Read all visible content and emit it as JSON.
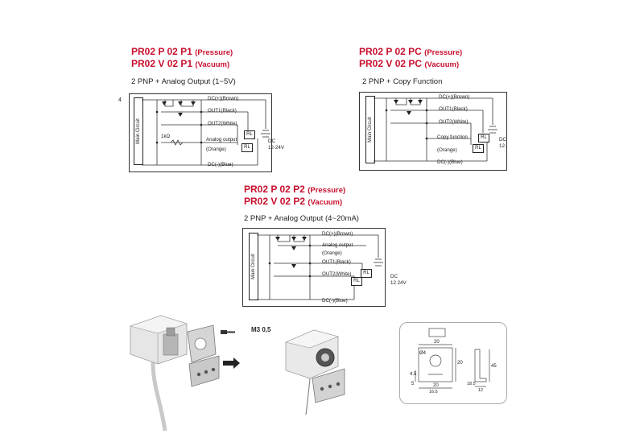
{
  "page_number": "4",
  "diagram_a": {
    "title_line1": "PR02 P 02 P1",
    "title_line1_tag": "(Pressure)",
    "title_line2": "PR02 V 02 P1",
    "title_line2_tag": "(Vacuum)",
    "subtitle": "2 PNP + Analog Output (1~5V)",
    "main_circuit": "Main Circuit",
    "resistor": "1kΩ",
    "labels": {
      "dc_plus": "DC(+)(Brown)",
      "out1": "OUT1(Black)",
      "out2": "OUT2(White)",
      "analog": "Analog output",
      "analog_color": "(Orange)",
      "dc_minus": "DC(-)(Blue)",
      "supply": "DC",
      "supply_v": "12-24V",
      "rl": "RL"
    }
  },
  "diagram_b": {
    "title_line1": "PR02 P 02 PC",
    "title_line1_tag": "(Pressure)",
    "title_line2": "PR02 V 02 PC",
    "title_line2_tag": "(Vacuum)",
    "subtitle": "2 PNP + Copy Function",
    "main_circuit": "Main Circuit",
    "labels": {
      "dc_plus": "DC(+)(Brown)",
      "out1": "OUT1(Black)",
      "out2": "OUT2(White)",
      "copy": "Copy function",
      "copy_color": "(Orange)",
      "dc_minus": "DC(-)(Blue)",
      "supply": "DC",
      "supply_v": "12-",
      "rl": "RL"
    }
  },
  "diagram_c": {
    "title_line1": "PR02 P 02 P2",
    "title_line1_tag": "(Pressure)",
    "title_line2": "PR02 V 02 P2",
    "title_line2_tag": "(Vacuum)",
    "subtitle": "2 PNP + Analog Output (4~20mA)",
    "main_circuit": "Main Circuit",
    "labels": {
      "dc_plus": "DC(+)(Brown)",
      "analog": "Analog output",
      "analog_color": "(Orange)",
      "out1": "OUT1(Black)",
      "out2": "OUT2(White)",
      "dc_minus": "DC(-)(Blue)",
      "supply": "DC",
      "supply_v": "12 24V",
      "rl": "RL"
    }
  },
  "mounting": {
    "screw_label": "M3 0,5",
    "dimensions": [
      "20",
      "Ø4",
      "20",
      "45",
      "4.5",
      "5",
      "20",
      "16.5",
      "18.5",
      "12"
    ]
  }
}
